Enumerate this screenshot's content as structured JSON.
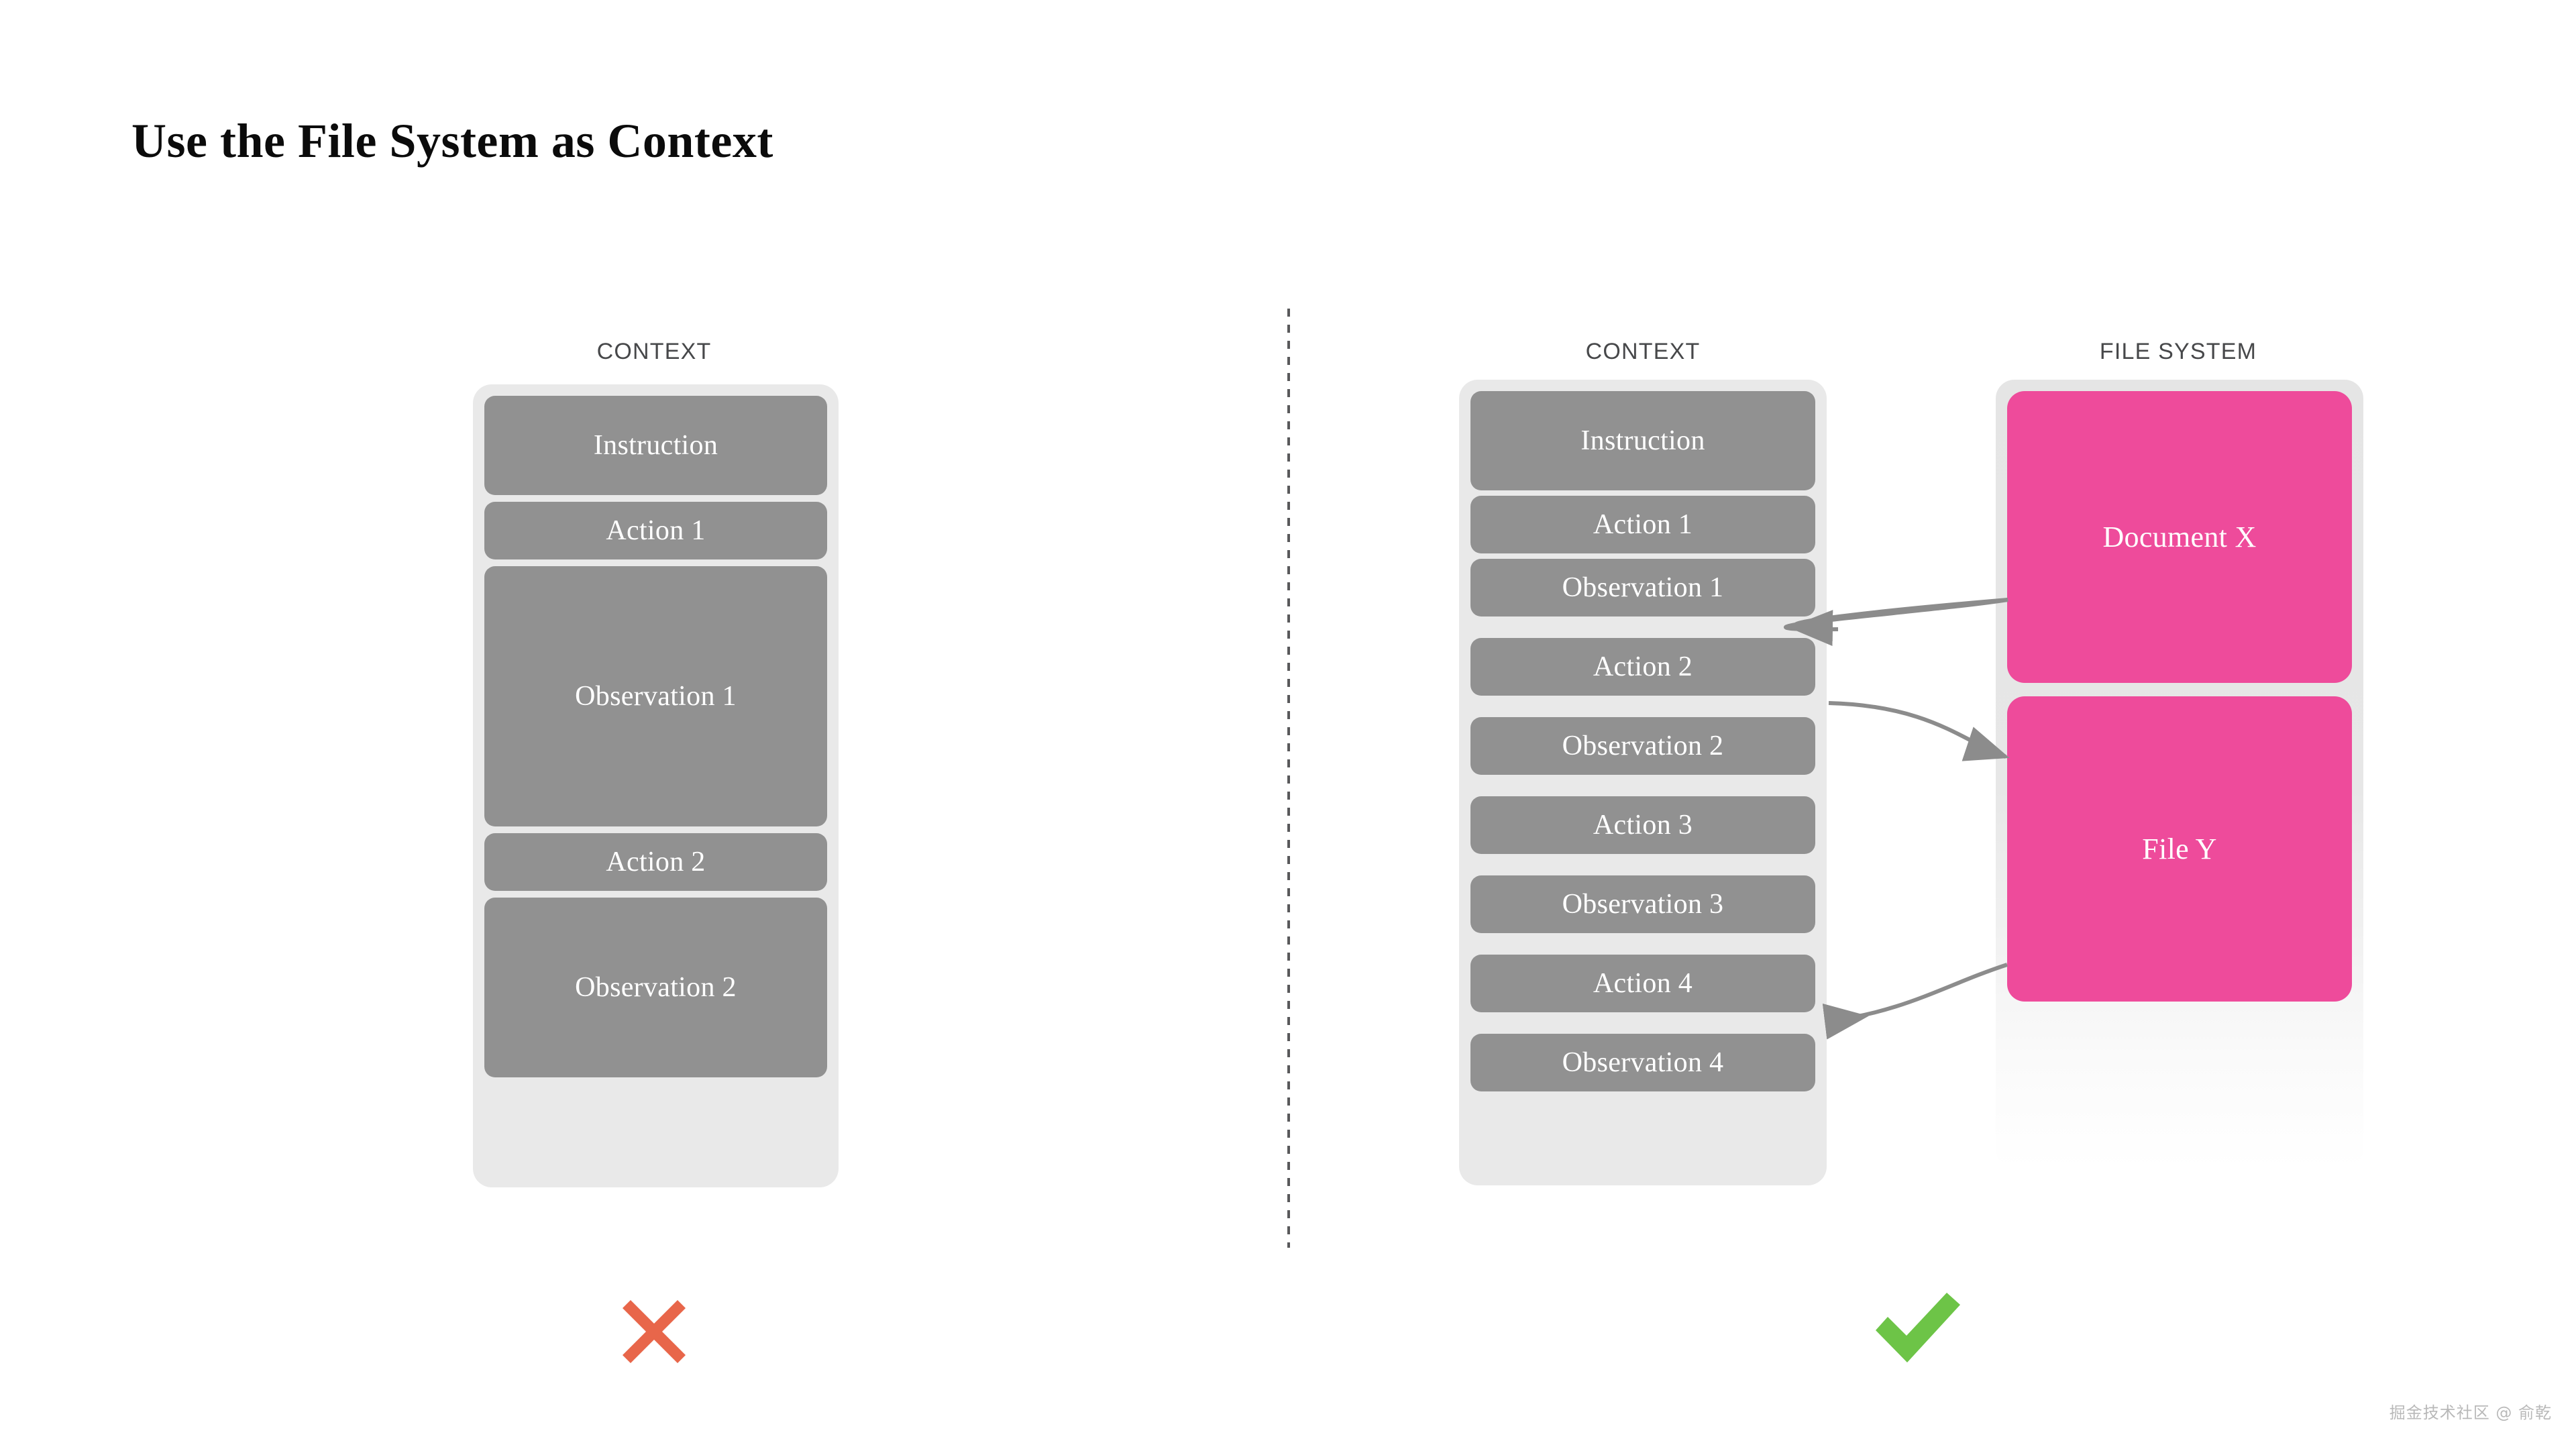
{
  "slide": {
    "title": "Use the File System as Context",
    "watermark": "掘金技术社区 @ 俞乾"
  },
  "colors": {
    "title_text": "#0b0b0b",
    "heading_text": "#47484a",
    "stack_background": "#e9e9e9",
    "block_gray": "#919191",
    "block_pink": "#ee4b9b",
    "arrow_gray": "#8c8c8c",
    "divider_gray": "#59595b",
    "cross_red": "#e8664a",
    "check_green": "#6dc447",
    "watermark_gray": "#b9b9b9",
    "canvas": "#ffffff"
  },
  "left_panel": {
    "heading": "CONTEXT",
    "verdict": {
      "icon": "cross-icon",
      "meaning": "bad"
    },
    "blocks": [
      {
        "label": "Instruction",
        "kind": "instruction"
      },
      {
        "label": "Action 1",
        "kind": "action"
      },
      {
        "label": "Observation 1",
        "kind": "observation"
      },
      {
        "label": "Action 2",
        "kind": "action"
      },
      {
        "label": "Observation 2",
        "kind": "observation"
      }
    ]
  },
  "right_panel": {
    "verdict": {
      "icon": "check-icon",
      "meaning": "good"
    },
    "context": {
      "heading": "CONTEXT",
      "blocks": [
        {
          "label": "Instruction",
          "kind": "instruction"
        },
        {
          "label": "Action 1",
          "kind": "action"
        },
        {
          "label": "Observation 1",
          "kind": "observation"
        },
        {
          "label": "Action 2",
          "kind": "action"
        },
        {
          "label": "Observation 2",
          "kind": "observation"
        },
        {
          "label": "Action 3",
          "kind": "action"
        },
        {
          "label": "Observation 3",
          "kind": "observation"
        },
        {
          "label": "Action 4",
          "kind": "action"
        },
        {
          "label": "Observation 4",
          "kind": "observation"
        }
      ]
    },
    "file_system": {
      "heading": "FILE SYSTEM",
      "blocks": [
        {
          "label": "Document X",
          "kind": "file"
        },
        {
          "label": "File Y",
          "kind": "file"
        }
      ]
    },
    "connections": [
      {
        "from": "Document X",
        "to": "Observation 1",
        "direction": "to-context"
      },
      {
        "from": "Action 2",
        "to": "File Y",
        "direction": "to-filesystem"
      },
      {
        "from": "File Y",
        "to": "Action 4",
        "direction": "to-context"
      }
    ]
  }
}
